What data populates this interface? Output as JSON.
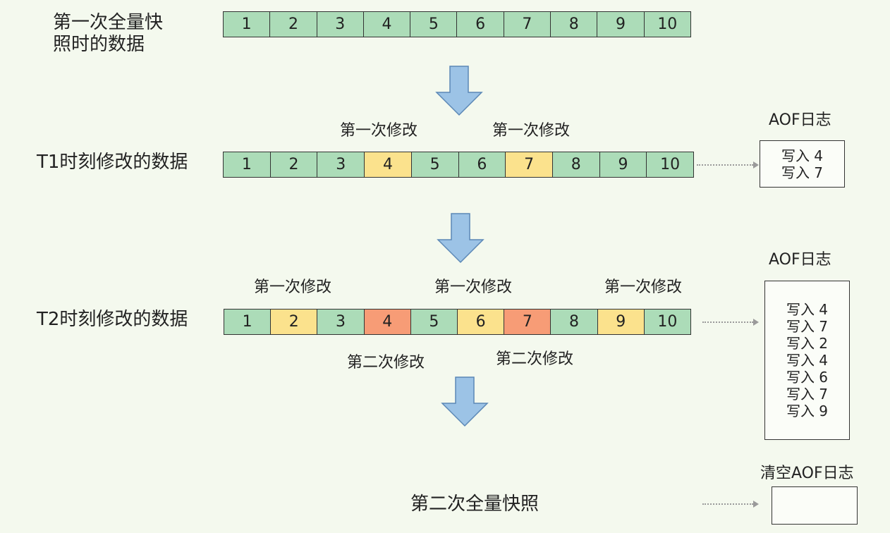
{
  "rows": {
    "snapshot1": {
      "label_line1": "第一次全量快",
      "label_line2": "照时的数据",
      "cells": [
        "1",
        "2",
        "3",
        "4",
        "5",
        "6",
        "7",
        "8",
        "9",
        "10"
      ]
    },
    "t1": {
      "label": "T1时刻修改的数据",
      "cells": [
        "1",
        "2",
        "3",
        "4",
        "5",
        "6",
        "7",
        "8",
        "9",
        "10"
      ],
      "states": [
        "none",
        "none",
        "none",
        "first",
        "none",
        "none",
        "first",
        "none",
        "none",
        "none"
      ],
      "mod_labels": [
        "第一次修改",
        "第一次修改"
      ]
    },
    "t2": {
      "label": "T2时刻修改的数据",
      "cells": [
        "1",
        "2",
        "3",
        "4",
        "5",
        "6",
        "7",
        "8",
        "9",
        "10"
      ],
      "states": [
        "none",
        "first",
        "none",
        "second",
        "none",
        "first",
        "second",
        "none",
        "first",
        "none"
      ],
      "mod_labels_top": [
        "第一次修改",
        "第一次修改",
        "第一次修改"
      ],
      "mod_labels_bottom": [
        "第二次修改",
        "第二次修改"
      ]
    },
    "snapshot2": {
      "label": "第二次全量快照"
    }
  },
  "aof": {
    "t1": {
      "title": "AOF日志",
      "entries": [
        "写入 4",
        "写入 7"
      ]
    },
    "t2": {
      "title": "AOF日志",
      "entries": [
        "写入 4",
        "写入 7",
        "写入 2",
        "写入 4",
        "写入 6",
        "写入 7",
        "写入 9"
      ]
    },
    "final": {
      "title": "清空AOF日志",
      "entries": []
    }
  },
  "colors": {
    "unchanged": "#acdcb8",
    "first_modification": "#fbe28d",
    "second_modification": "#f79c76",
    "arrow": "#9cc3e6"
  }
}
